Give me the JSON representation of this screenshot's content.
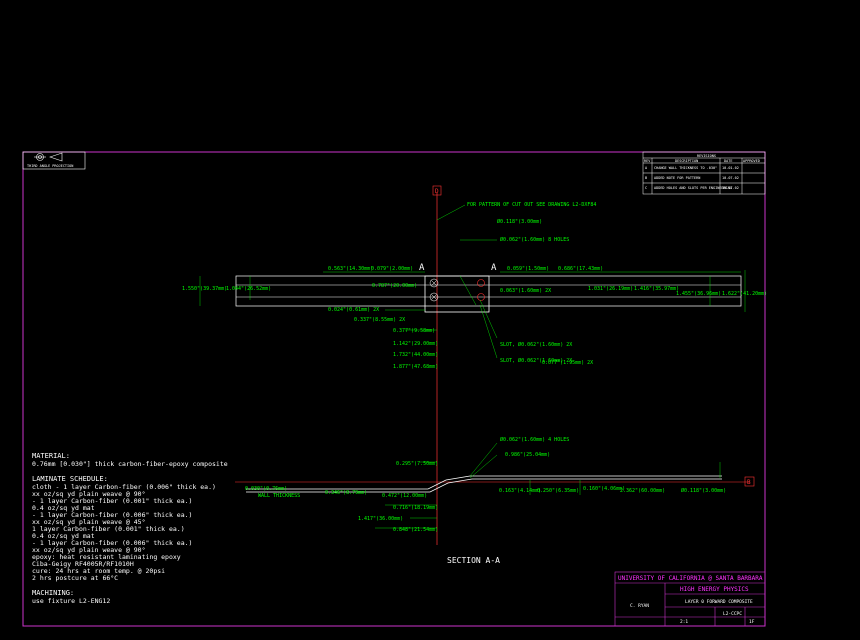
{
  "colors": {
    "background": "#000000",
    "border": "#cc33cc",
    "dimension": "#00ff00",
    "part": "#ffffff",
    "centerline": "#ff3333",
    "titleblock_text": "#ff33ff"
  },
  "projection": {
    "label": "THIRD ANGLE PROJECTION",
    "icon": "third-angle-projection-icon"
  },
  "section_marks": {
    "a_left": "A",
    "a_right": "A",
    "title": "SECTION A-A"
  },
  "datums": {
    "top": "D",
    "right": "B"
  },
  "callouts": {
    "pattern": "FOR PATTERN OF CUT OUT SEE DRAWING L2-DXF84",
    "holes_8": "Ø0.062\"(1.60mm) 8 HOLES",
    "holes_4": "Ø0.062\"(1.60mm) 4 HOLES",
    "slot1": "SLOT, Ø0.062\"(1.60mm) 2X",
    "slot2": "SLOT, Ø0.062\"(1.60mm) 2X",
    "wall": "WALL THICKNESS"
  },
  "dims_plan": {
    "top_left": "0.563\"(14.30mm)",
    "top_mid": "0.079\"(2.00mm)",
    "top_right1": "0.059\"(1.50mm)",
    "top_right2": "0.686\"(17.43mm)",
    "r1": "Ø0.118\"(3.00mm)",
    "left_outer": "1.550\"(39.37mm)",
    "left_inner": "1.044\"(26.52mm)",
    "left_mid": "0.787\"(20.00mm)",
    "right_1": "1.031\"(26.19mm)",
    "right_2": "1.416\"(35.97mm)",
    "right_3": "1.455\"(36.96mm)",
    "right_outer": "1.622\"(41.20mm)",
    "mid_2x": "0.063\"(1.60mm) 2X",
    "bottom_a": "0.024\"(0.61mm) 2X",
    "bottom_b": "0.337\"(8.55mm) 2X",
    "bottom_c": "0.377\"(9.58mm)",
    "bottom_d": "1.142\"(29.00mm)",
    "bottom_e": "1.732\"(44.00mm)",
    "bottom_f": "1.877\"(47.68mm)",
    "slot_dim2": "0.077\"(1.95mm) 2X"
  },
  "dims_section": {
    "top": "0.295\"(7.50mm)",
    "wall": "0.030\"(0.76mm)",
    "a": "0.346\"(8.79mm)",
    "b": "0.472\"(12.00mm)",
    "c": "0.716\"(18.19mm)",
    "d": "1.417\"(36.00mm)",
    "e": "0.848\"(21.54mm)",
    "f": "0.163\"(4.14mm)",
    "g": "0.250\"(6.35mm)",
    "h": "0.160\"(4.06mm)",
    "i": "2.362\"(60.00mm)",
    "j": "0.986\"(25.04mm)"
  },
  "notes": {
    "material_heading": "MATERIAL:",
    "material": "0.76mm [0.030\"] thick carbon-fiber-epoxy composite",
    "laminate_heading": "LAMINATE SCHEDULE:",
    "laminate": [
      "cloth - 1 layer Carbon-fiber (0.006\" thick ea.)",
      "  xx oz/sq yd plain weave @ 90°",
      "  - 1 layer Carbon-fiber (0.001\" thick ea.)",
      "  0.4 oz/sq yd mat",
      "  - 1 layer Carbon-fiber (0.006\" thick ea.)",
      "  xx oz/sq yd plain weave @ 45°",
      "  1 layer Carbon-fiber (0.001\" thick ea.)",
      "  0.4 oz/sq yd mat",
      "  - 1 layer Carbon-fiber (0.006\" thick ea.)",
      "  xx oz/sq yd plain weave @ 90°",
      "epoxy: heat resistant laminating epoxy",
      "  Ciba-Geigy RF4005R/RF1010H",
      "  cure: 24 hrs at room temp. @ 20psi",
      "  2 hrs postcure at 66°C"
    ],
    "machining_heading": "MACHINING:",
    "machining": "use fixture L2-ENG12"
  },
  "title_block": {
    "university": "UNIVERSITY OF CALIFORNIA @ SANTA BARBARA",
    "department": "HIGH ENERGY PHYSICS",
    "title": "LAYER 0 FORWARD COMPOSITE",
    "drawn": "C. RYAN",
    "dwg_no": "L2-CCPC",
    "scale": "2:1",
    "sheet": "1F"
  },
  "revisions": {
    "header": "REVISIONS",
    "cols": [
      "REV",
      "DESCRIPTION",
      "DATE",
      "APPROVED"
    ],
    "rows": [
      [
        "A",
        "CHANGE WALL THICKNESS TO .030\"",
        "10-01-02",
        ""
      ],
      [
        "B",
        "ADDED NOTE FOR PATTERN",
        "10-07-02",
        ""
      ],
      [
        "C",
        "ADDED HOLES AND SLOTS PER ENGINEERING",
        "10-17-02",
        ""
      ]
    ]
  }
}
